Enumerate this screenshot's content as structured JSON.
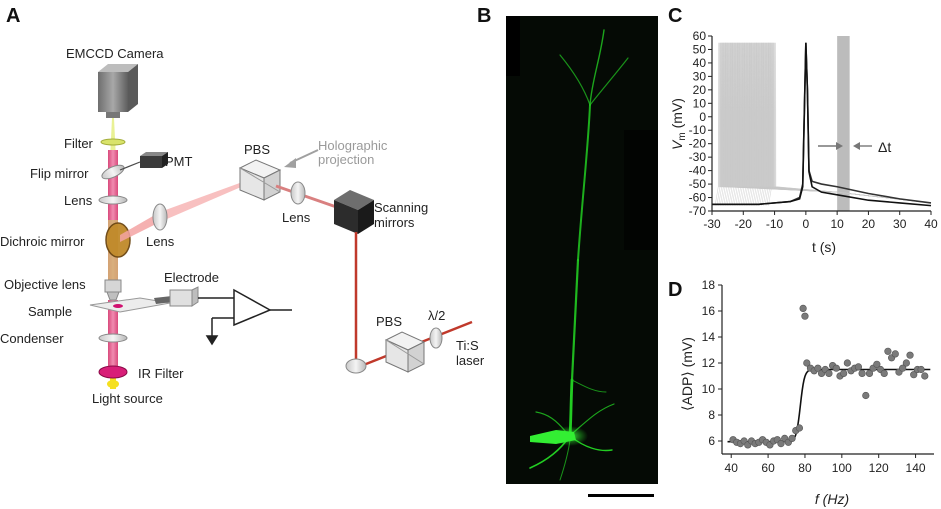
{
  "panels": {
    "a": {
      "letter": "A",
      "labels": {
        "camera": "EMCCD Camera",
        "filter": "Filter",
        "pmt": "PMT",
        "flip": "Flip mirror",
        "lens1": "Lens",
        "dichroic": "Dichroic mirror",
        "lens2": "Lens",
        "objective": "Objective lens",
        "electrode": "Electrode",
        "sample": "Sample",
        "condenser": "Condenser",
        "irfilter": "IR Filter",
        "light": "Light source",
        "pbs1": "PBS",
        "holo1": "Holographic",
        "holo2": "projection",
        "lens3": "Lens",
        "scan1": "Scanning",
        "scan2": "mirrors",
        "pbs2": "PBS",
        "halfwave": "λ/2",
        "laser1": "Ti:S",
        "laser2": "laser"
      },
      "colors": {
        "beam_pink": "#e05a8a",
        "beam_red": "#c0392b",
        "beam_laser": "#f2a0a0",
        "camera": "#8a8a8a"
      }
    },
    "b": {
      "letter": "B",
      "colors": {
        "neuron": "#22dd22",
        "background": "#050a05"
      }
    },
    "c": {
      "letter": "C",
      "ylabel_main": "V",
      "ylabel_sub": "m",
      "ylabel_unit": " (mV)",
      "xlabel": "t (s)",
      "annotation": "Δt"
    },
    "d": {
      "letter": "D",
      "ylabel": "⟨ADP⟩ (mV)",
      "xlabel": "f (Hz)"
    }
  },
  "chart_data": [
    {
      "type": "line",
      "panel": "C",
      "xlabel": "t (s)",
      "ylabel": "Vm (mV)",
      "xlim": [
        -30,
        40
      ],
      "ylim": [
        -70,
        60
      ],
      "xticks": [
        -30,
        -20,
        -10,
        0,
        10,
        20,
        30,
        40
      ],
      "yticks": [
        -70,
        -60,
        -50,
        -40,
        -30,
        -20,
        -10,
        0,
        10,
        20,
        30,
        40,
        50,
        60
      ],
      "highlight_window": [
        10,
        14
      ],
      "series": [
        {
          "x": [
            -30,
            -15,
            -5,
            -2,
            -1,
            0,
            0.5,
            1,
            2,
            5,
            10,
            20,
            30,
            40
          ],
          "y": [
            -65,
            -65,
            -63,
            -60,
            -50,
            55,
            20,
            -40,
            -48,
            -50,
            -52,
            -57,
            -61,
            -64
          ]
        },
        {
          "x": [
            -30,
            -15,
            -5,
            -2,
            -1,
            0,
            0.5,
            1,
            2,
            5,
            10,
            20,
            30,
            40
          ],
          "y": [
            -65,
            -65,
            -63,
            -61,
            -52,
            55,
            20,
            -41,
            -52,
            -56,
            -58,
            -62,
            -64,
            -66
          ]
        }
      ]
    },
    {
      "type": "scatter",
      "panel": "D",
      "xlabel": "f (Hz)",
      "ylabel": "⟨ADP⟩ (mV)",
      "xlim": [
        35,
        150
      ],
      "ylim": [
        5,
        18
      ],
      "xticks": [
        40,
        60,
        80,
        100,
        120,
        140
      ],
      "yticks": [
        6,
        8,
        10,
        12,
        14,
        16,
        18
      ],
      "points": [
        [
          41,
          6.1
        ],
        [
          43,
          5.9
        ],
        [
          45,
          5.8
        ],
        [
          47,
          6.0
        ],
        [
          49,
          5.7
        ],
        [
          51,
          6.0
        ],
        [
          53,
          5.8
        ],
        [
          55,
          5.9
        ],
        [
          57,
          6.1
        ],
        [
          59,
          5.9
        ],
        [
          61,
          5.7
        ],
        [
          63,
          6.0
        ],
        [
          65,
          6.1
        ],
        [
          67,
          5.8
        ],
        [
          69,
          6.2
        ],
        [
          71,
          5.9
        ],
        [
          73,
          6.2
        ],
        [
          75,
          6.8
        ],
        [
          77,
          7.0
        ],
        [
          79,
          16.2
        ],
        [
          80,
          15.6
        ],
        [
          81,
          12.0
        ],
        [
          83,
          11.6
        ],
        [
          85,
          11.4
        ],
        [
          87,
          11.6
        ],
        [
          89,
          11.2
        ],
        [
          91,
          11.5
        ],
        [
          93,
          11.2
        ],
        [
          95,
          11.8
        ],
        [
          97,
          11.6
        ],
        [
          99,
          11.0
        ],
        [
          101,
          11.2
        ],
        [
          103,
          12.0
        ],
        [
          105,
          11.4
        ],
        [
          107,
          11.6
        ],
        [
          109,
          11.7
        ],
        [
          111,
          11.2
        ],
        [
          113,
          9.5
        ],
        [
          115,
          11.2
        ],
        [
          117,
          11.6
        ],
        [
          119,
          11.9
        ],
        [
          121,
          11.5
        ],
        [
          123,
          11.2
        ],
        [
          125,
          12.9
        ],
        [
          127,
          12.4
        ],
        [
          129,
          12.7
        ],
        [
          131,
          11.3
        ],
        [
          133,
          11.6
        ],
        [
          135,
          12.0
        ],
        [
          137,
          12.6
        ],
        [
          139,
          11.1
        ],
        [
          141,
          11.5
        ],
        [
          143,
          11.5
        ],
        [
          145,
          11.0
        ]
      ],
      "fit": {
        "type": "sigmoid",
        "low": 5.95,
        "high": 11.5,
        "midpoint": 77.5,
        "steepness": 0.9
      }
    }
  ]
}
